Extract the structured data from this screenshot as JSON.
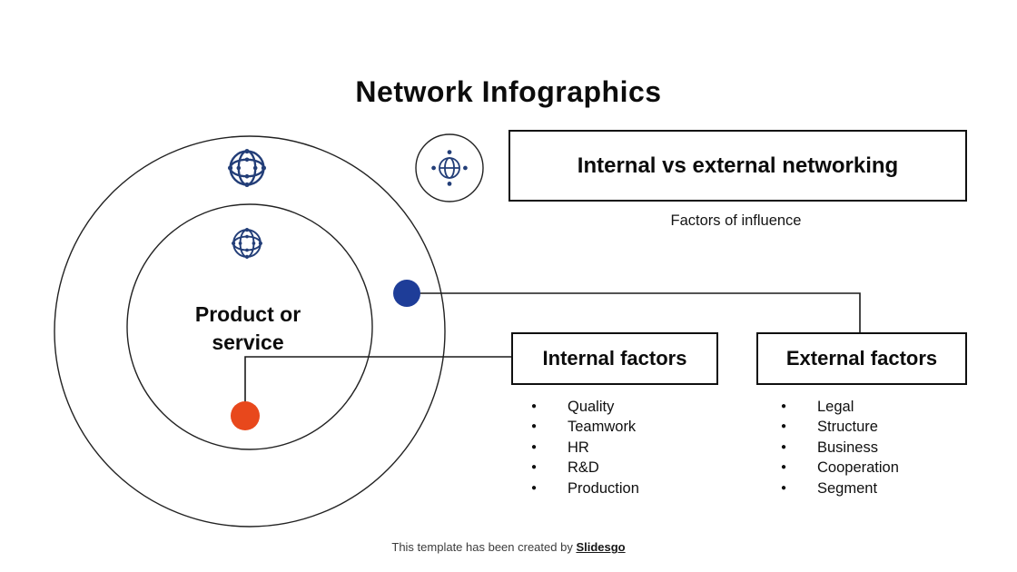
{
  "page": {
    "title": "Network Infographics",
    "footer": {
      "text": "This template has been created by ",
      "brand": "Slidesgo"
    }
  },
  "diagram": {
    "center_label": "Product or service",
    "heading_box": "Internal vs external networking",
    "subheading": "Factors of influence",
    "internal": {
      "title": "Internal factors",
      "items": [
        "Quality",
        "Teamwork",
        "HR",
        "R&D",
        "Production"
      ]
    },
    "external": {
      "title": "External factors",
      "items": [
        "Legal",
        "Structure",
        "Business",
        "Cooperation",
        "Segment"
      ]
    },
    "icons": {
      "large_globe": "network-globe-icon",
      "inner_globe": "globe-icon",
      "badge_globe": "orbit-globe-icon"
    },
    "colors": {
      "orange_dot": "#e8481c",
      "blue_dot": "#1e3d98",
      "icon_navy": "#233e78",
      "line": "#1a1a1a"
    }
  }
}
